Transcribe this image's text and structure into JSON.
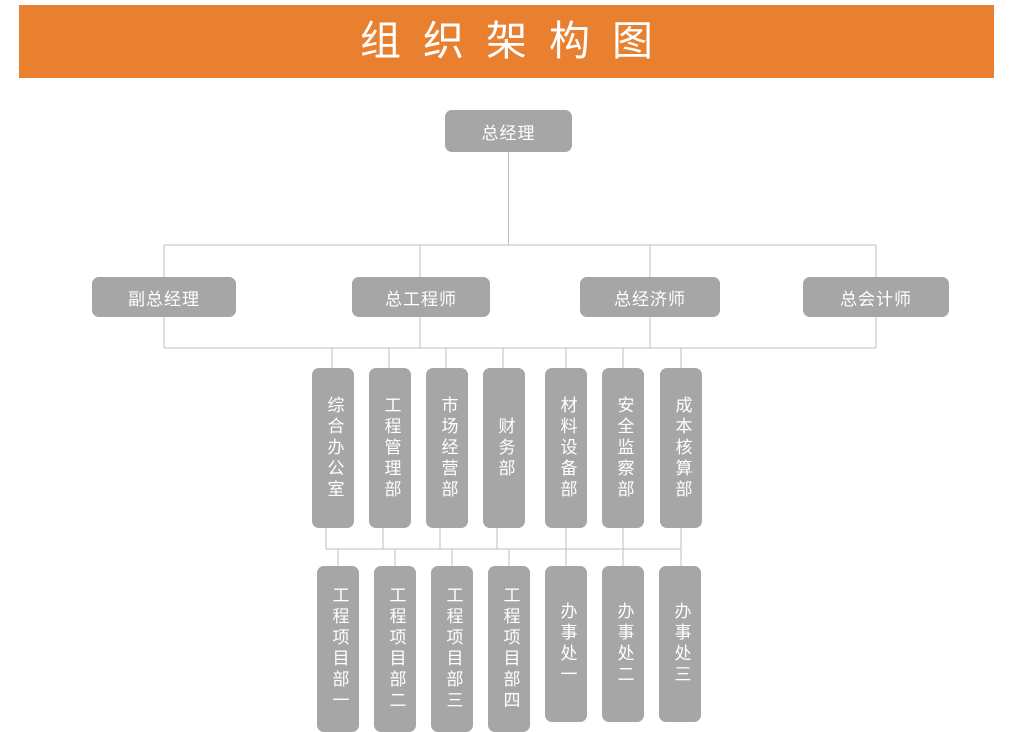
{
  "title": {
    "text": "组织架构图",
    "banner_color": "#E8802F",
    "text_color": "#FFFFFF"
  },
  "theme": {
    "node_fill": "#A6A6A6",
    "node_text": "#FFFFFF",
    "connector_color": "#BFBFBF",
    "background": "#FFFFFF"
  },
  "chart_data": {
    "type": "org-chart",
    "orientation": "top-down",
    "levels": 4,
    "nodes": [
      {
        "id": "gm",
        "label": "总经理",
        "level": 1,
        "parent": null,
        "orientation": "horizontal"
      },
      {
        "id": "dgm",
        "label": "副总经理",
        "level": 2,
        "parent": "gm",
        "orientation": "horizontal"
      },
      {
        "id": "ce",
        "label": "总工程师",
        "level": 2,
        "parent": "gm",
        "orientation": "horizontal"
      },
      {
        "id": "ceco",
        "label": "总经济师",
        "level": 2,
        "parent": "gm",
        "orientation": "horizontal"
      },
      {
        "id": "cacc",
        "label": "总会计师",
        "level": 2,
        "parent": "gm",
        "orientation": "horizontal"
      },
      {
        "id": "d1",
        "label": "综合办公室",
        "level": 3,
        "parent": "level2-bus",
        "orientation": "vertical"
      },
      {
        "id": "d2",
        "label": "工程管理部",
        "level": 3,
        "parent": "level2-bus",
        "orientation": "vertical"
      },
      {
        "id": "d3",
        "label": "市场经营部",
        "level": 3,
        "parent": "level2-bus",
        "orientation": "vertical"
      },
      {
        "id": "d4",
        "label": "财务部",
        "level": 3,
        "parent": "level2-bus",
        "orientation": "vertical"
      },
      {
        "id": "d5",
        "label": "材料设备部",
        "level": 3,
        "parent": "level2-bus",
        "orientation": "vertical"
      },
      {
        "id": "d6",
        "label": "安全监察部",
        "level": 3,
        "parent": "level2-bus",
        "orientation": "vertical"
      },
      {
        "id": "d7",
        "label": "成本核算部",
        "level": 3,
        "parent": "level2-bus",
        "orientation": "vertical"
      },
      {
        "id": "p1",
        "label": "工程项目部一",
        "level": 4,
        "parent": "level3-bus",
        "orientation": "vertical"
      },
      {
        "id": "p2",
        "label": "工程项目部二",
        "level": 4,
        "parent": "level3-bus",
        "orientation": "vertical"
      },
      {
        "id": "p3",
        "label": "工程项目部三",
        "level": 4,
        "parent": "level3-bus",
        "orientation": "vertical"
      },
      {
        "id": "p4",
        "label": "工程项目部四",
        "level": 4,
        "parent": "level3-bus",
        "orientation": "vertical"
      },
      {
        "id": "o1",
        "label": "办事处一",
        "level": 4,
        "parent": "level3-bus",
        "orientation": "vertical"
      },
      {
        "id": "o2",
        "label": "办事处二",
        "level": 4,
        "parent": "level3-bus",
        "orientation": "vertical"
      },
      {
        "id": "o3",
        "label": "办事处三",
        "level": 4,
        "parent": "level3-bus",
        "orientation": "vertical"
      }
    ]
  },
  "level1": {
    "gm": "总经理"
  },
  "level2": {
    "dgm": "副总经理",
    "ce": "总工程师",
    "ceco": "总经济师",
    "cacc": "总会计师"
  },
  "level3": {
    "d1": "综合办公室",
    "d2": "工程管理部",
    "d3": "市场经营部",
    "d4": "财务部",
    "d5": "材料设备部",
    "d6": "安全监察部",
    "d7": "成本核算部"
  },
  "level4": {
    "p1": "工程项目部一",
    "p2": "工程项目部二",
    "p3": "工程项目部三",
    "p4": "工程项目部四",
    "o1": "办事处一",
    "o2": "办事处二",
    "o3": "办事处三"
  }
}
